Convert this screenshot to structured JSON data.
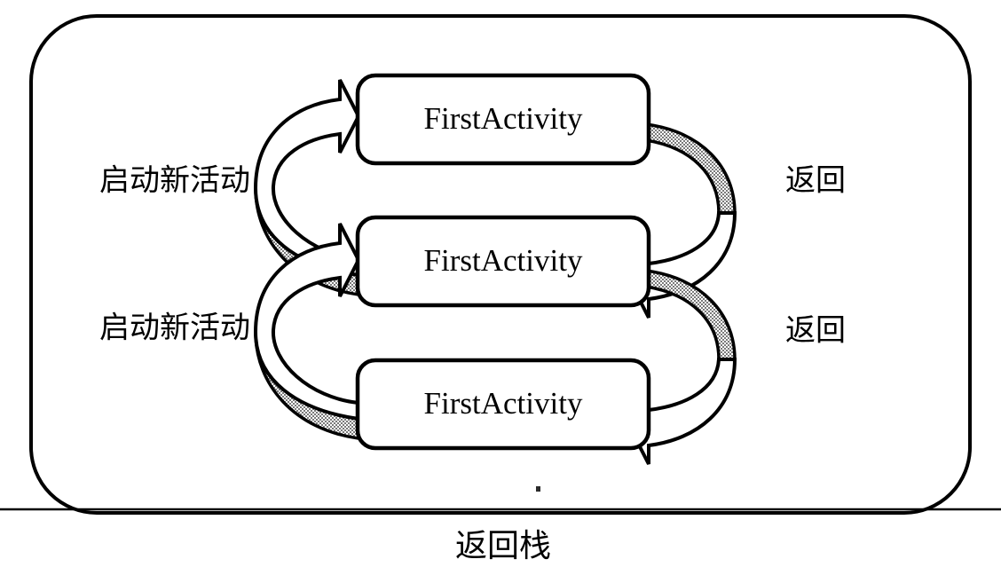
{
  "diagram": {
    "title": "返回栈",
    "caption": "返回栈",
    "stack_frame": {
      "label": "back-stack-container"
    },
    "activities": [
      {
        "id": "activity-1",
        "label": "FirstActivity",
        "position": "top"
      },
      {
        "id": "activity-2",
        "label": "FirstActivity",
        "position": "middle"
      },
      {
        "id": "activity-3",
        "label": "FirstActivity",
        "position": "bottom"
      }
    ],
    "transitions": [
      {
        "id": "start-new-activity-1",
        "label": "启动新活动",
        "side": "left",
        "from": "activity-2",
        "to": "activity-1",
        "direction": "up"
      },
      {
        "id": "back-1",
        "label": "返回",
        "side": "right",
        "from": "activity-1",
        "to": "activity-2",
        "direction": "down"
      },
      {
        "id": "start-new-activity-2",
        "label": "启动新活动",
        "side": "left",
        "from": "activity-3",
        "to": "activity-2",
        "direction": "up"
      },
      {
        "id": "back-2",
        "label": "返回",
        "side": "right",
        "from": "activity-2",
        "to": "activity-3",
        "direction": "down"
      }
    ],
    "colors": {
      "stroke": "#000000",
      "fill": "#ffffff",
      "shadow_fill": "#a8a8a8",
      "background": "#ffffff"
    }
  }
}
